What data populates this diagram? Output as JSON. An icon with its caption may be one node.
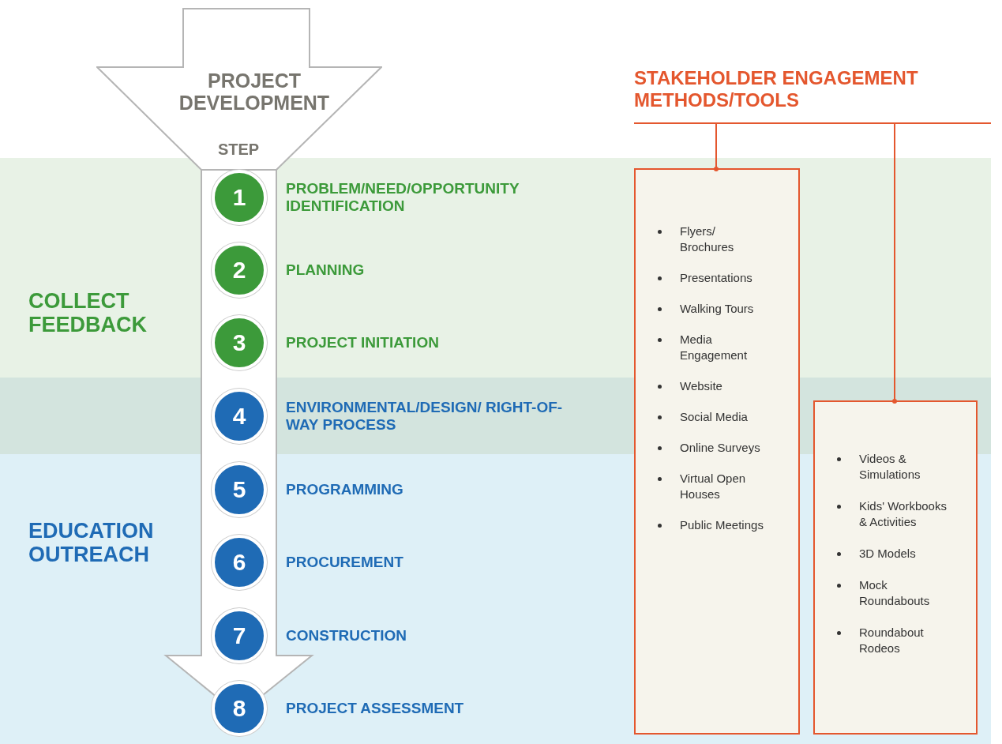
{
  "diagram": {
    "nodes": [
      {
        "text": [
          "PROJECT DEVELOPMENT",
          "STEP"
        ]
      },
      {
        "text": [
          "1"
        ],
        "beside": [
          "PROBLEM/NEED/OPPORTUNITY IDENTIFICATION"
        ]
      },
      {
        "text": [
          "2"
        ],
        "beside": [
          "PLANNING"
        ]
      },
      {
        "text": [
          "3"
        ],
        "beside": [
          "PROJECT INITIATION"
        ]
      },
      {
        "text": [
          "4"
        ],
        "beside": [
          "ENVIRONMENTAL/DESIGN/ RIGHT-OF-WAY PROCESS"
        ]
      },
      {
        "text": [
          "5"
        ],
        "beside": [
          "PROGRAMMING"
        ]
      },
      {
        "text": [
          "6"
        ],
        "beside": [
          "PROCUREMENT"
        ]
      },
      {
        "text": [
          "7"
        ],
        "beside": [
          "CONSTRUCTION"
        ]
      },
      {
        "text": [
          "8"
        ],
        "beside": [
          "PROJECT ASSESSMENT"
        ]
      },
      {
        "text": [
          "STAKEHOLDER ENGAGEMENT METHODS/TOOLS"
        ]
      },
      {
        "text": [
          "Flyers/ Brochures",
          "Presentations",
          "Walking Tours",
          "Media Engagement",
          "Website",
          "Social Media",
          "Online Surveys",
          "Virtual Open Houses",
          "Public Meetings"
        ]
      },
      {
        "text": [
          "Videos & Simulations",
          "Kids' Workbooks & Activities",
          "3D Models",
          "Mock Roundabouts",
          "Roundabout Rodeos"
        ]
      }
    ],
    "edges": [
      {
        "from": 9,
        "to": 10,
        "arrow": "other"
      },
      {
        "from": 9,
        "to": 11,
        "arrow": "other"
      }
    ],
    "labels": [
      "COLLECT FEEDBACK",
      "EDUCATION OUTREACH"
    ]
  }
}
